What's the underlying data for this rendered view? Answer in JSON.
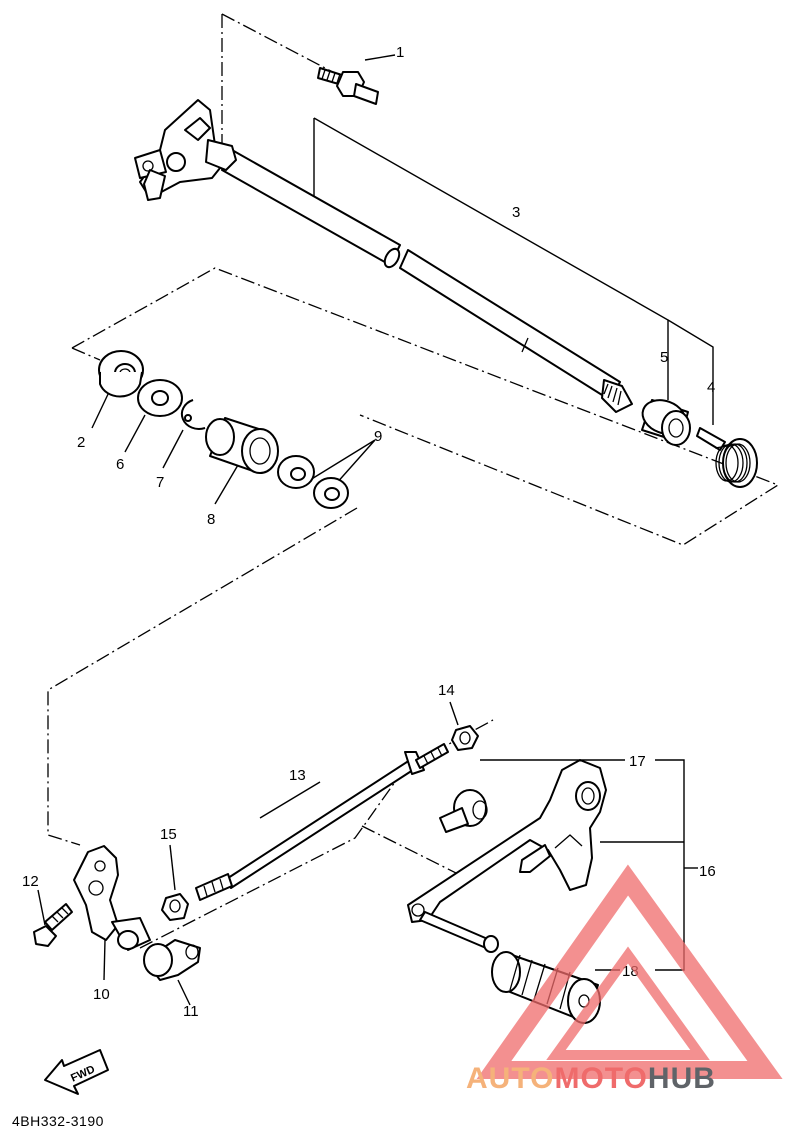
{
  "diagram": {
    "parts": [
      {
        "num": "1"
      },
      {
        "num": "2"
      },
      {
        "num": "3"
      },
      {
        "num": "4"
      },
      {
        "num": "5"
      },
      {
        "num": "6"
      },
      {
        "num": "7"
      },
      {
        "num": "8"
      },
      {
        "num": "9"
      },
      {
        "num": "10"
      },
      {
        "num": "11"
      },
      {
        "num": "12"
      },
      {
        "num": "13"
      },
      {
        "num": "14"
      },
      {
        "num": "15"
      },
      {
        "num": "16"
      },
      {
        "num": "17"
      },
      {
        "num": "18"
      }
    ],
    "fwd_label": "FWD",
    "code": "4BH332-3190"
  },
  "watermark": {
    "part1": "AUTO",
    "part2": "MOTO",
    "part3": "HUB",
    "colors": {
      "auto": "#f5b27a",
      "moto": "#ef6b6b",
      "hub": "#5f6368",
      "logo": "#ef6b6b"
    }
  }
}
